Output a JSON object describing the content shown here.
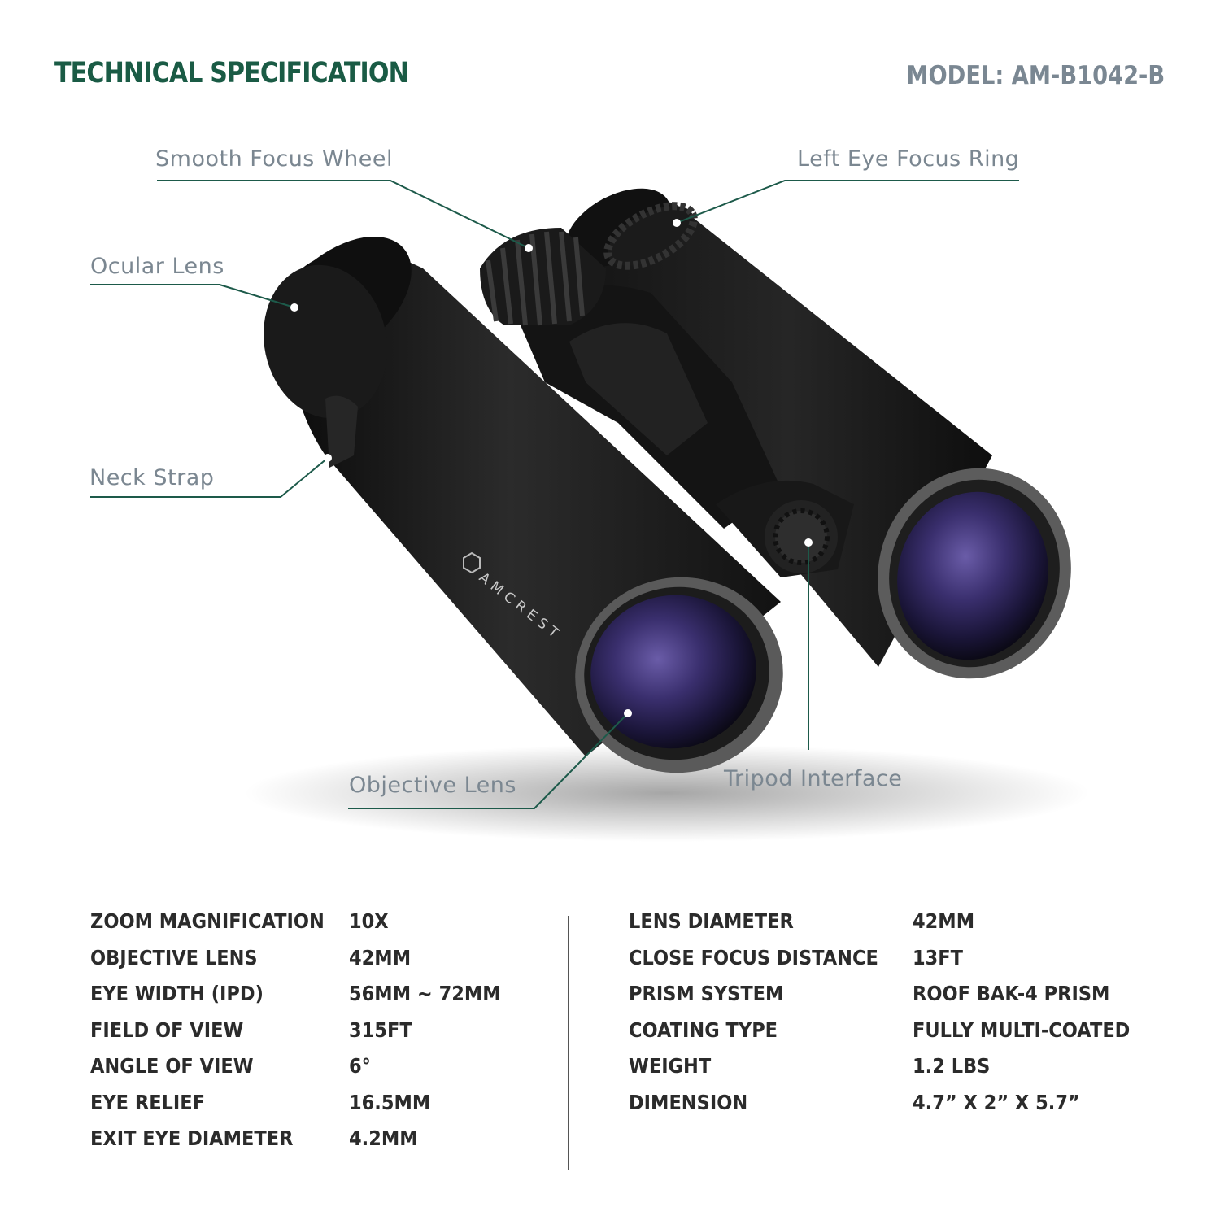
{
  "header": {
    "title": "TECHNICAL SPECIFICATION",
    "model": "MODEL: AM-B1042-B"
  },
  "callouts": {
    "smooth_focus_wheel": "Smooth Focus Wheel",
    "left_eye_focus_ring": "Left Eye Focus Ring",
    "ocular_lens": "Ocular Lens",
    "neck_strap": "Neck Strap",
    "objective_lens": "Objective Lens",
    "tripod_interface": "Tripod Interface"
  },
  "product": {
    "brand": "AMCREST"
  },
  "specs": {
    "left": [
      {
        "label": "ZOOM MAGNIFICATION",
        "value": "10X"
      },
      {
        "label": "OBJECTIVE LENS",
        "value": "42MM"
      },
      {
        "label": "EYE WIDTH (IPD)",
        "value": "56MM ~ 72MM"
      },
      {
        "label": "FIELD OF VIEW",
        "value": "315FT"
      },
      {
        "label": "ANGLE OF VIEW",
        "value": "6°"
      },
      {
        "label": "EYE RELIEF",
        "value": "16.5MM"
      },
      {
        "label": "EXIT EYE DIAMETER",
        "value": "4.2MM"
      }
    ],
    "right": [
      {
        "label": "LENS DIAMETER",
        "value": "42MM"
      },
      {
        "label": "CLOSE FOCUS DISTANCE",
        "value": "13FT"
      },
      {
        "label": "PRISM SYSTEM",
        "value": "ROOF BAK-4 PRISM"
      },
      {
        "label": "COATING TYPE",
        "value": "FULLY MULTI-COATED"
      },
      {
        "label": "WEIGHT",
        "value": "1.2 LBS"
      },
      {
        "label": "DIMENSION",
        "value": "4.7” X 2” X 5.7”"
      }
    ]
  },
  "colors": {
    "title_green": "#1a5b45",
    "model_gray": "#7a8792",
    "callout_line": "#1d5a4a",
    "callout_text": "#7b8791",
    "spec_text": "#2b2b2b"
  }
}
